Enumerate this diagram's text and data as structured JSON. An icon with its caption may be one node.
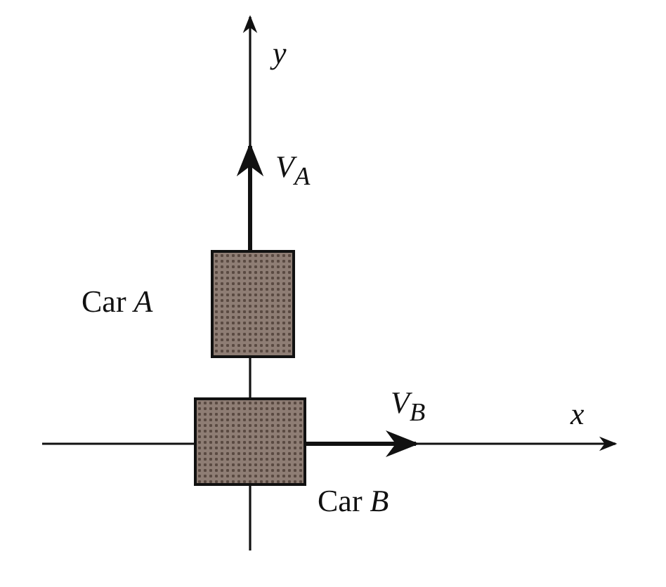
{
  "diagram": {
    "nodes": [
      {
        "text": [],
        "shape": "box",
        "beside": [
          "Car *A*"
        ]
      },
      {
        "text": [],
        "shape": "box",
        "beside": [
          "Car *B*"
        ]
      }
    ],
    "edges": [],
    "labels": [
      "y",
      "V$_{A}$",
      "V$_{B}$",
      "x"
    ]
  }
}
